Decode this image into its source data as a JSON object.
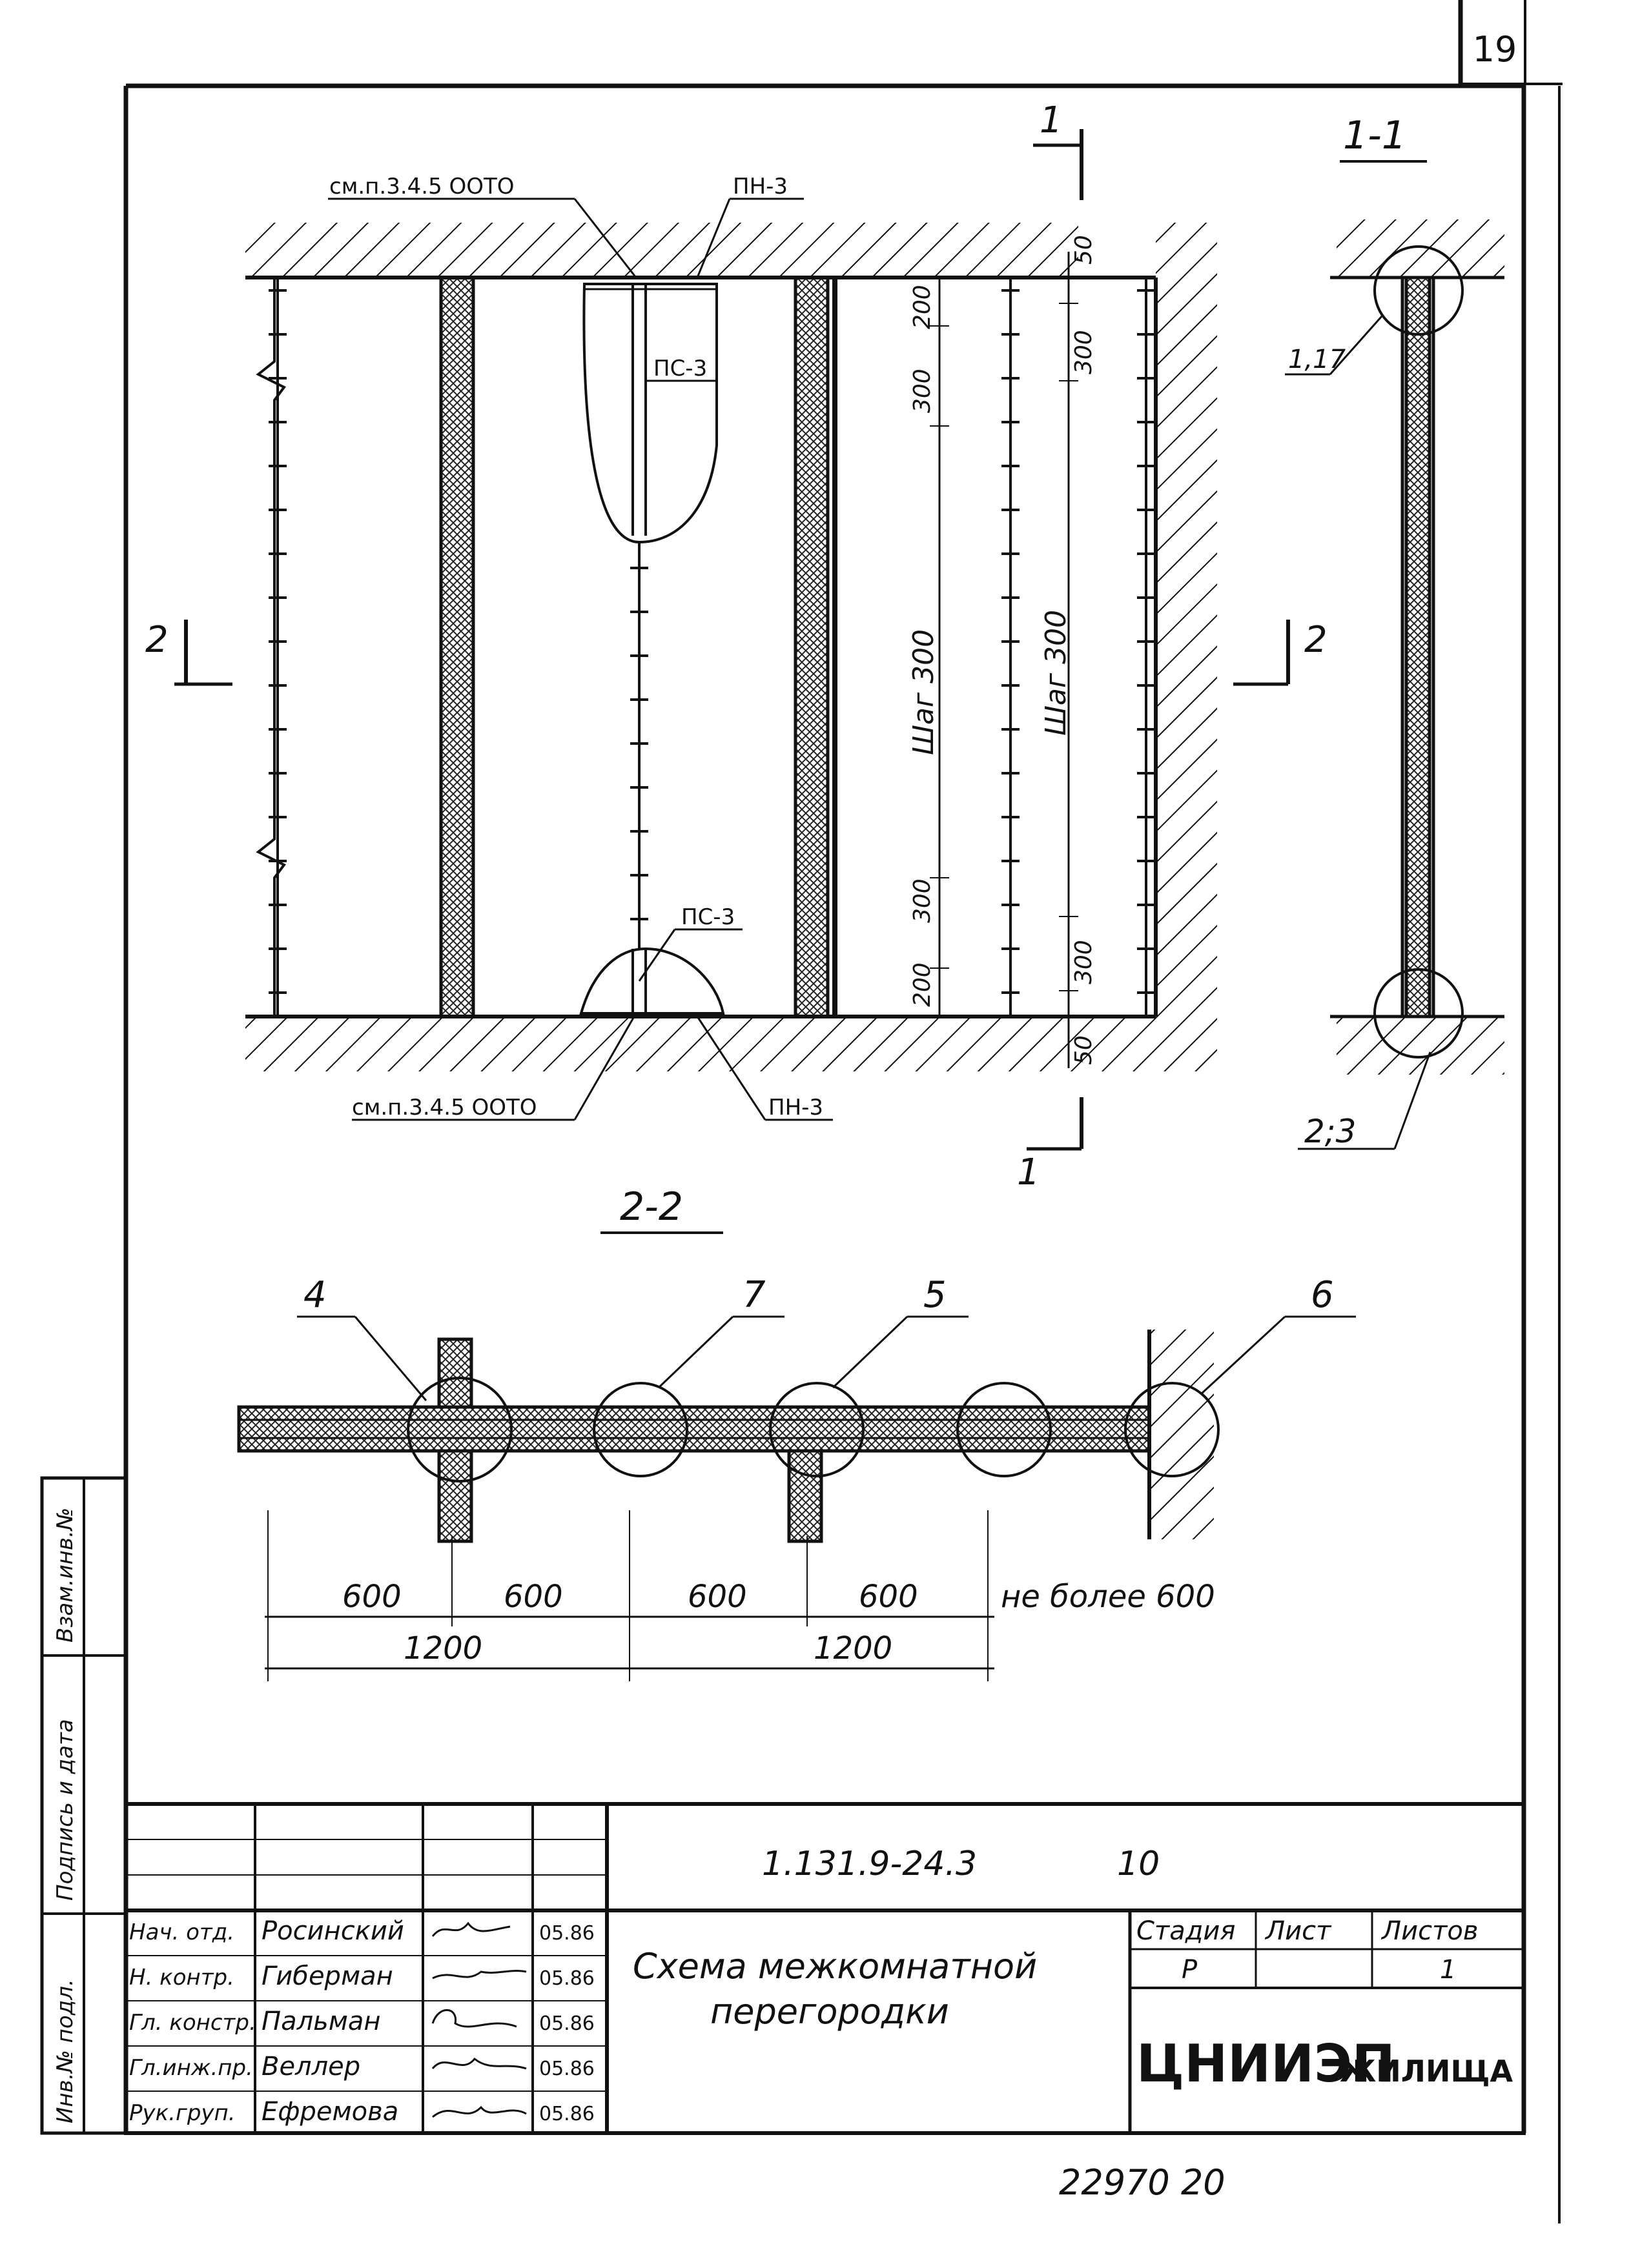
{
  "page_number": "19",
  "sections": {
    "s11": "1-1",
    "s22": "2-2",
    "cut1_top": "1",
    "cut1_bottom": "1",
    "cut2_left": "2",
    "cut2_right": "2"
  },
  "callouts": {
    "ref_top": "см.п.3.4.5 ООТО",
    "ref_bottom": "см.п.3.4.5 ООТО",
    "pn3_top": "ПН-3",
    "pn3_bottom": "ПН-3",
    "ps3_top": "ПС-3",
    "ps3_bottom": "ПС-3",
    "node_117": "1,17",
    "node_23": "2;3",
    "node_4": "4",
    "node_7": "7",
    "node_5": "5",
    "node_6": "6"
  },
  "dims_vertical": {
    "d50_top": "50",
    "d200_top": "200",
    "d300_a": "300",
    "d300_b": "300",
    "step_a": "Шаг 300",
    "step_b": "Шаг 300",
    "d300_c": "300",
    "d200_bottom": "200",
    "d300_d": "300",
    "d50_bottom": "50"
  },
  "dims_horizontal": {
    "d600_1": "600",
    "d600_2": "600",
    "d600_3": "600",
    "d600_4": "600",
    "d600_last": "не более 600",
    "d1200_1": "1200",
    "d1200_2": "1200"
  },
  "left_strip": {
    "inv_podl": "Инв.№ подл.",
    "podpis": "Подпись и дата",
    "vzam": "Взам.инв.№"
  },
  "title_block": {
    "code": "1.131.9-24.3",
    "code_num": "10",
    "title_line1": "Схема межкомнатной",
    "title_line2": "перегородки",
    "stage_header": "Стадия",
    "sheet_header": "Лист",
    "sheets_header": "Листов",
    "stage": "Р",
    "sheet": "",
    "sheets": "1",
    "org_main": "ЦНИИЭП",
    "org_sub": "ЖИЛИЩА",
    "signatories": [
      {
        "role": "Нач. отд.",
        "name": "Росинский",
        "date": "05.86"
      },
      {
        "role": "Н. контр.",
        "name": "Гиберман",
        "date": "05.86"
      },
      {
        "role": "Гл. констр.",
        "name": "Пальман",
        "date": "05.86"
      },
      {
        "role": "Гл.инж.пр.",
        "name": "Веллер",
        "date": "05.86"
      },
      {
        "role": "Рук.груп.",
        "name": "Ефремова",
        "date": "05.86"
      }
    ]
  },
  "footer_code": "22970  20"
}
